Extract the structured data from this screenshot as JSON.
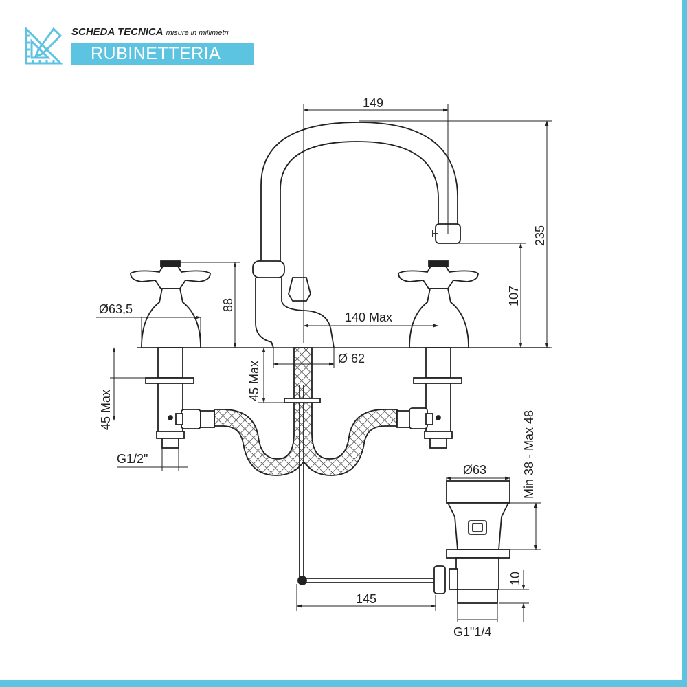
{
  "header": {
    "title": "SCHEDA TECNICA",
    "subtitle": "misure in millimetri",
    "category": "RUBINETTERIA"
  },
  "icons": {
    "logo": "ruler-pencil-icon"
  },
  "colors": {
    "accent": "#5cc3e1",
    "line": "#222222",
    "background": "#ffffff"
  },
  "dimensions": {
    "spout_reach": "149",
    "total_height": "235",
    "spout_height": "107",
    "handle_height": "88",
    "handle_diameter": "Ø63,5",
    "handle_spacing": "140 Max",
    "spout_base_diameter": "Ø 62",
    "deck_thickness_spout": "45 Max",
    "deck_thickness_handle": "45 Max",
    "thread": "G1/2\"",
    "drain_diameter": "Ø63",
    "drain_range": "Min 38 - Max 48",
    "drain_10": "10",
    "rod_length": "145",
    "drain_thread": "G1\"1/4"
  }
}
